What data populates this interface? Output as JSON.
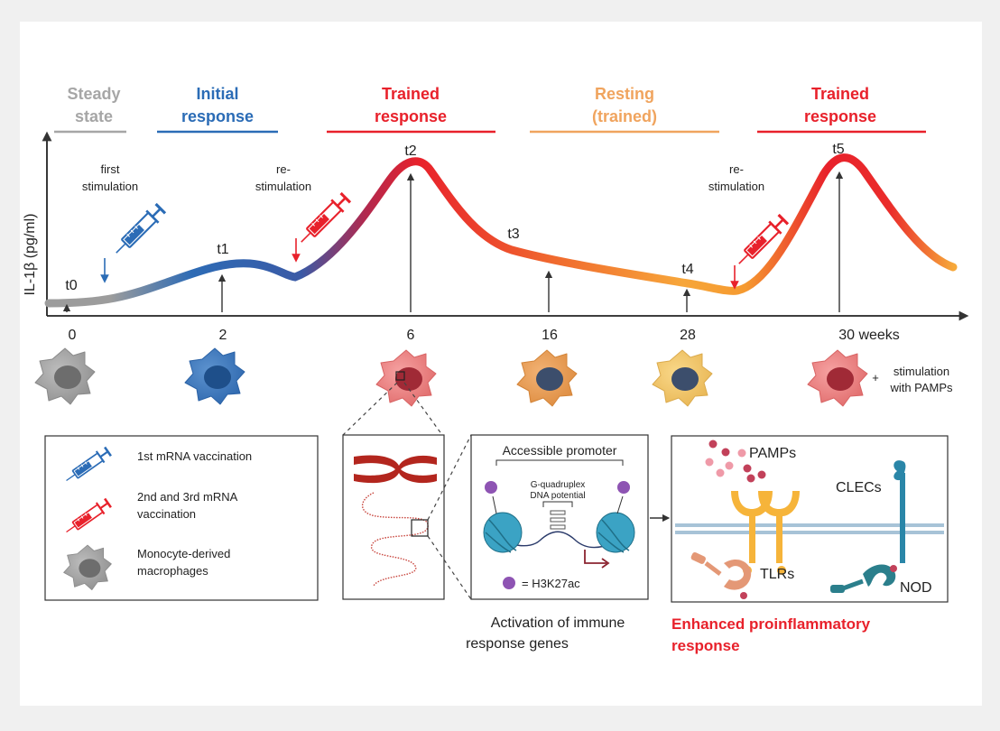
{
  "phases": [
    {
      "line1": "Steady",
      "line2": "state",
      "color": "#a6a6a6"
    },
    {
      "line1": "Initial",
      "line2": "response",
      "color": "#2b6cb6"
    },
    {
      "line1": "Trained",
      "line2": "response",
      "color": "#e8212b"
    },
    {
      "line1": "Resting",
      "line2": "(trained)",
      "color": "#f0a45e"
    },
    {
      "line1": "Trained",
      "line2": "response",
      "color": "#e8212b"
    }
  ],
  "y_axis_label": "IL-1β (pg/ml)",
  "timepoints": [
    "t0",
    "t1",
    "t2",
    "t3",
    "t4",
    "t5"
  ],
  "x_ticks": [
    "0",
    "2",
    "6",
    "16",
    "28",
    "30 weeks"
  ],
  "stimulations": [
    {
      "line1": "first",
      "line2": "stimulation"
    },
    {
      "line1": "re-",
      "line2": "stimulation"
    },
    {
      "line1": "re-",
      "line2": "stimulation"
    }
  ],
  "pamps_note": {
    "plus": "+",
    "line1": "stimulation",
    "line2": "with PAMPs"
  },
  "legend": [
    {
      "line1": "1st mRNA vaccination",
      "line2": "",
      "icon": "blue-syringe-icon"
    },
    {
      "line1": "2nd and 3rd mRNA",
      "line2": "vaccination",
      "icon": "red-syringe-icon"
    },
    {
      "line1": "Monocyte-derived",
      "line2": "macrophages",
      "icon": "macrophage-icon"
    }
  ],
  "promoter": {
    "title": "Accessible promoter",
    "gq_line1": "G-quadruplex",
    "gq_line2": "DNA potential",
    "mark_label": "= H3K27ac"
  },
  "activation": {
    "line1": "Activation of immune",
    "line2": "response genes"
  },
  "membrane": {
    "pamps": "PAMPs",
    "clecs": "CLECs",
    "tlrs": "TLRs",
    "nod": "NOD"
  },
  "enhanced": {
    "line1": "Enhanced proinflammatory",
    "line2": "response",
    "color": "#e8212b"
  },
  "colors": {
    "axis": "#222222",
    "blue": "#2b6cb6",
    "red": "#e8212b",
    "orange": "#f0a45e",
    "gray": "#a6a6a6"
  }
}
